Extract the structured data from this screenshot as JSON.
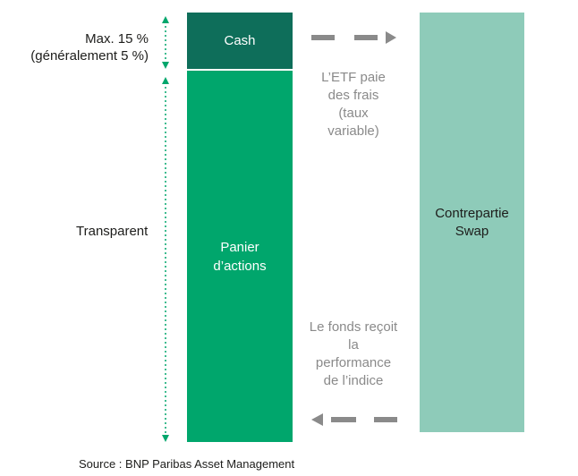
{
  "left_labels": {
    "cash_share_line1": "Max. 15 %",
    "cash_share_line2": "(généralement 5 %)",
    "basket_label": "Transparent"
  },
  "boxes": {
    "cash": "Cash",
    "basket_line1": "Panier",
    "basket_line2": "d’actions",
    "swap_line1": "Contrepartie",
    "swap_line2": "Swap"
  },
  "flows": {
    "fees_lines": [
      "L’ETF paie",
      "des frais",
      "(taux",
      "variable)"
    ],
    "performance_lines": [
      "Le fonds reçoit",
      "la",
      "performance",
      "de l’indice"
    ]
  },
  "source": "Source : BNP Paribas Asset Management",
  "colors": {
    "cash": "#0e6e5a",
    "basket": "#00a66c",
    "swap": "#8ecbb9",
    "bracket": "#00a66c",
    "arrow": "#8a8a8a"
  }
}
